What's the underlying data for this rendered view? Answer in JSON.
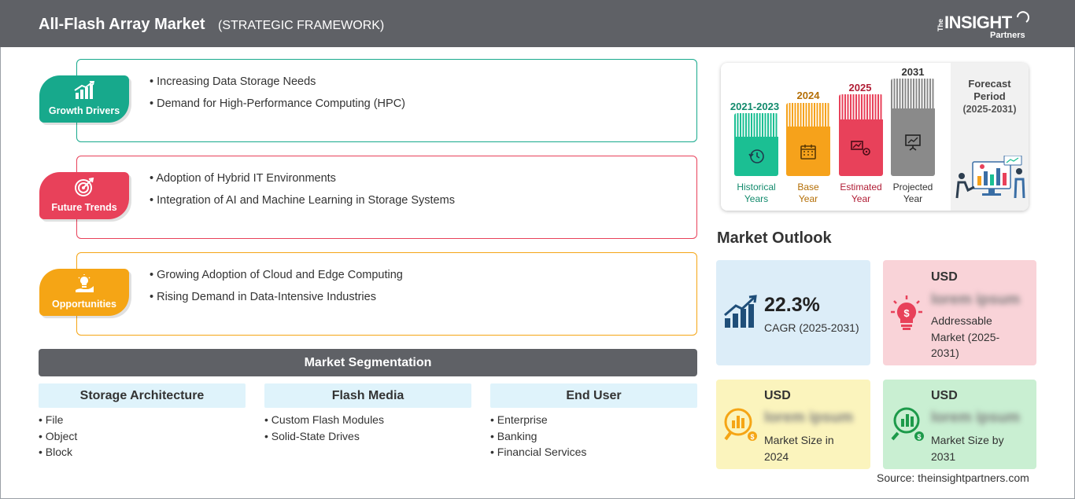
{
  "header": {
    "title": "All-Flash Array Market",
    "subtitle": "(STRATEGIC FRAMEWORK)",
    "logo": {
      "the": "The",
      "main": "INSIGHT",
      "partners": "Partners"
    }
  },
  "framework": [
    {
      "label": "Growth Drivers",
      "icon": "growth-chart-icon",
      "color": "#17a98c",
      "items": [
        "Increasing Data Storage Needs",
        "Demand for High-Performance Computing (HPC)"
      ]
    },
    {
      "label": "Future Trends",
      "icon": "target-icon",
      "color": "#e8415a",
      "items": [
        "Adoption of Hybrid IT Environments",
        "Integration of AI and Machine Learning in Storage Systems"
      ]
    },
    {
      "label": "Opportunities",
      "icon": "lightbulb-hand-icon",
      "color": "#f5a515",
      "items": [
        "Growing Adoption of Cloud and Edge Computing",
        "Rising Demand in Data-Intensive Industries"
      ]
    }
  ],
  "segmentation": {
    "title": "Market Segmentation",
    "columns": [
      {
        "title": "Storage Architecture",
        "items": [
          "File",
          "Object",
          "Block"
        ]
      },
      {
        "title": "Flash Media",
        "items": [
          "Custom Flash Modules",
          "Solid-State Drives"
        ]
      },
      {
        "title": "End User",
        "items": [
          "Enterprise",
          "Banking",
          "Financial Services"
        ]
      }
    ]
  },
  "timeline": {
    "periods": [
      {
        "year": "2021-2023",
        "label_line1": "Historical",
        "label_line2": "Years",
        "color": "#1bbf93",
        "year_color": "#128a6c",
        "label_color": "#128a6c",
        "icon": "history-clock-icon"
      },
      {
        "year": "2024",
        "label_line1": "Base",
        "label_line2": "Year",
        "color": "#f6a21b",
        "year_color": "#b46e05",
        "label_color": "#b46e05",
        "icon": "calendar-icon"
      },
      {
        "year": "2025",
        "label_line1": "Estimated",
        "label_line2": "Year",
        "color": "#e8415a",
        "year_color": "#b01d35",
        "label_color": "#b01d35",
        "icon": "estimate-gear-icon"
      },
      {
        "year": "2031",
        "label_line1": "Projected",
        "label_line2": "Year",
        "color": "#8a8a8a",
        "year_color": "#333333",
        "label_color": "#333333",
        "icon": "projection-board-icon"
      }
    ],
    "forecast": {
      "line1": "Forecast",
      "line2": "Period",
      "range": "(2025-2031)"
    }
  },
  "outlook": {
    "title": "Market Outlook",
    "cagr": {
      "value": "22.3%",
      "label": "CAGR (2025-2031)",
      "color": "#dcedf8"
    },
    "addressable": {
      "usd": "USD",
      "value": "lorem ipsum",
      "line1": "Addressable",
      "line2": "Market (2025-",
      "line3": "2031)",
      "color": "#f9d3d8"
    },
    "size2024": {
      "usd": "USD",
      "value": "lorem ipsum",
      "line1": "Market Size in",
      "line2": "2024",
      "color": "#fbf4bd"
    },
    "size2031": {
      "usd": "USD",
      "value": "lorem ipsum",
      "line1": "Market Size by",
      "line2": "2031",
      "color": "#c9efd2"
    }
  },
  "source": "Source: theinsightpartners.com"
}
